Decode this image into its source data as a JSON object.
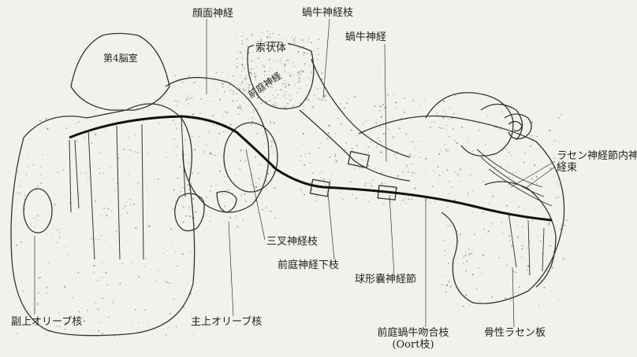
{
  "labels": {
    "fourth_ventricle": "第4脳室",
    "facial_nerve": "顔面神経",
    "restiform_body": "索状体",
    "cochlear_branch": "蝸牛神経枝",
    "cochlear_nerve": "蝸牛神経",
    "vestibular_nerve": "前庭神経",
    "spiral_bundle": "ラセン神経節内神経束",
    "trigeminal_branch": "三叉神経枝",
    "inferior_vestibular_branch": "前庭神経下枝",
    "saccular_ganglion": "球形嚢神経節",
    "accessory_superior_olive": "副上オリーブ核",
    "superior_olive": "主上オリーブ核",
    "vestibulocochlear_anastomosis": "前庭蝸牛吻合枝",
    "oort_branch": "(Oort枝)",
    "osseous_spiral_lamina": "骨性ラセン板"
  },
  "colors": {
    "background": "#f3f1ec",
    "ink": "#222222",
    "stipple": "#6b6b6b"
  }
}
